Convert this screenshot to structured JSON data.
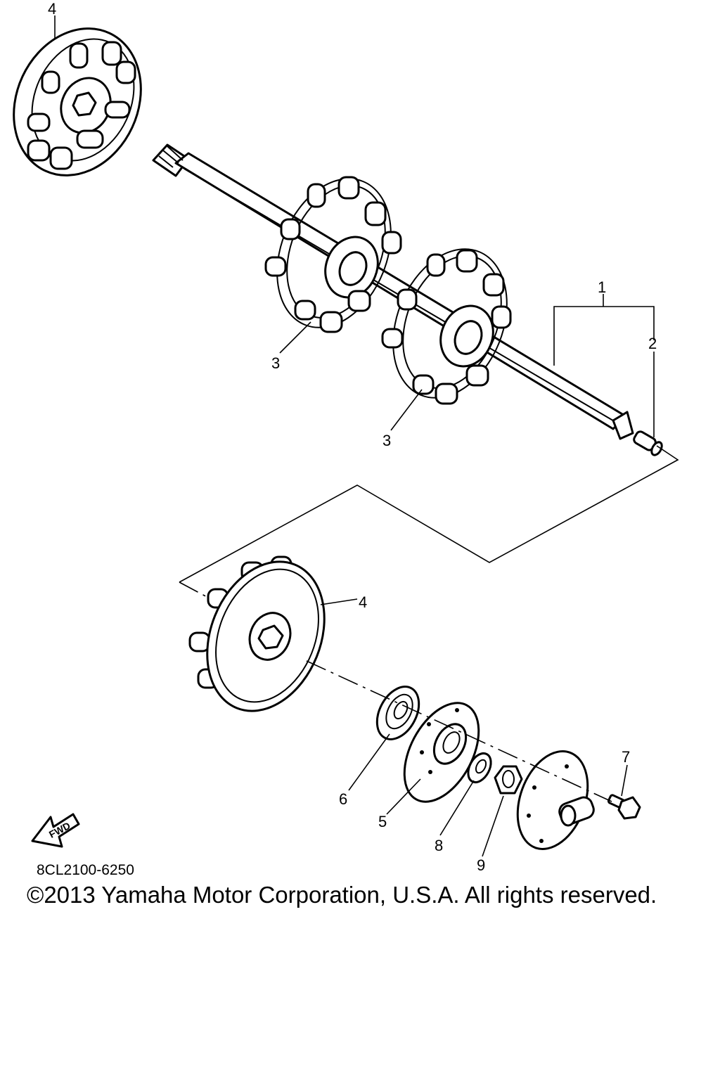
{
  "callouts": {
    "c1": "1",
    "c2": "2",
    "c3a": "3",
    "c3b": "3",
    "c4a": "4",
    "c4b": "4",
    "c5": "5",
    "c6": "6",
    "c7": "7",
    "c8": "8",
    "c9": "9"
  },
  "badge": {
    "fwd": "FWD"
  },
  "footer": {
    "code": "8CL2100-6250",
    "copyright": "©2013 Yamaha Motor Corporation, U.S.A. All rights reserved."
  }
}
